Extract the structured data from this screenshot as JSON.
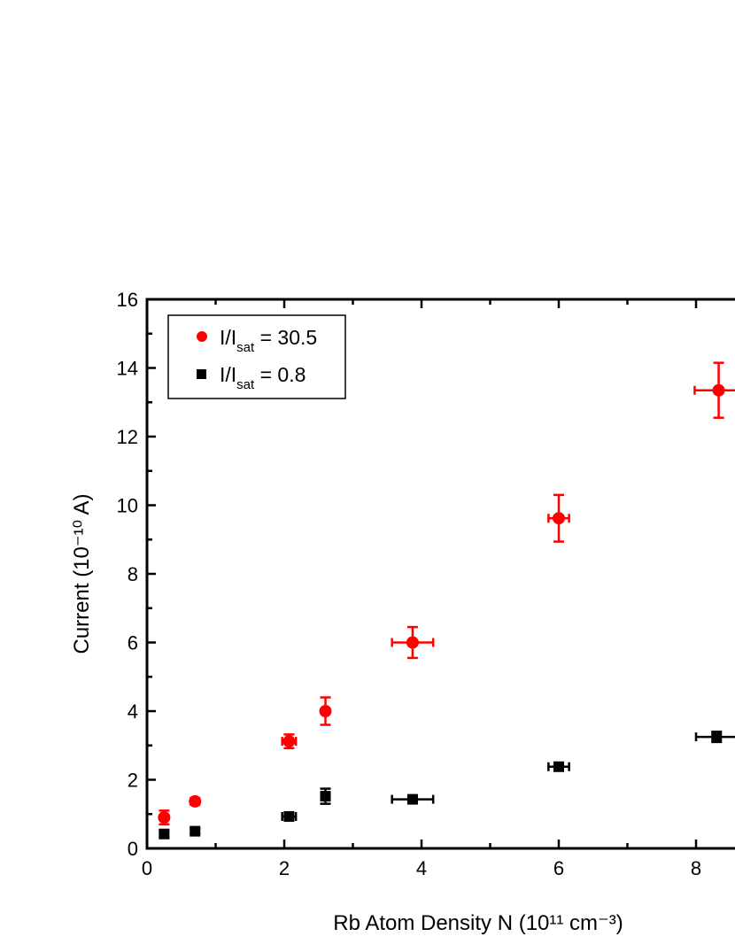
{
  "chart_data": {
    "type": "scatter",
    "title": "",
    "xlabel": "Rb Atom Density N   (10¹¹ cm⁻³)",
    "ylabel": "Current (10⁻¹⁰ A)",
    "xlim": [
      0,
      10
    ],
    "ylim": [
      0,
      16
    ],
    "x_ticks": [
      "0",
      "2",
      "4",
      "6",
      "8"
    ],
    "y_ticks": [
      "0",
      "2",
      "4",
      "6",
      "8",
      "10",
      "12",
      "14",
      "16"
    ],
    "grid": false,
    "legend_position": "top-left",
    "series": [
      {
        "name": "I/Isat = 30.5",
        "legend_main": "I/I",
        "legend_sub": "sat",
        "legend_value": " = 30.5",
        "marker": "circle",
        "color": "#ff0000",
        "points": [
          {
            "x": 0.25,
            "y": 0.9,
            "xerr": 0.05,
            "yerr": 0.2
          },
          {
            "x": 0.7,
            "y": 1.37,
            "xerr": 0.05,
            "yerr": 0.1
          },
          {
            "x": 2.07,
            "y": 3.12,
            "xerr": 0.1,
            "yerr": 0.2
          },
          {
            "x": 2.6,
            "y": 4.0,
            "xerr": 0.02,
            "yerr": 0.4
          },
          {
            "x": 3.87,
            "y": 6.0,
            "xerr": 0.3,
            "yerr": 0.45
          },
          {
            "x": 6.0,
            "y": 9.62,
            "xerr": 0.15,
            "yerr": 0.68
          },
          {
            "x": 8.33,
            "y": 13.35,
            "xerr": 0.35,
            "yerr": 0.8
          }
        ]
      },
      {
        "name": "I/Isat = 0.8",
        "legend_main": "I/I",
        "legend_sub": "sat",
        "legend_value": " = 0.8",
        "marker": "square",
        "color": "#000000",
        "points": [
          {
            "x": 0.25,
            "y": 0.42,
            "xerr": 0.05,
            "yerr": 0.1
          },
          {
            "x": 0.7,
            "y": 0.5,
            "xerr": 0.05,
            "yerr": 0.08
          },
          {
            "x": 2.07,
            "y": 0.93,
            "xerr": 0.1,
            "yerr": 0.08
          },
          {
            "x": 2.6,
            "y": 1.52,
            "xerr": 0.02,
            "yerr": 0.22
          },
          {
            "x": 3.87,
            "y": 1.43,
            "xerr": 0.3,
            "yerr": 0.05
          },
          {
            "x": 6.0,
            "y": 2.38,
            "xerr": 0.15,
            "yerr": 0.1
          },
          {
            "x": 8.3,
            "y": 3.25,
            "xerr": 0.3,
            "yerr": 0.15
          }
        ]
      }
    ]
  }
}
